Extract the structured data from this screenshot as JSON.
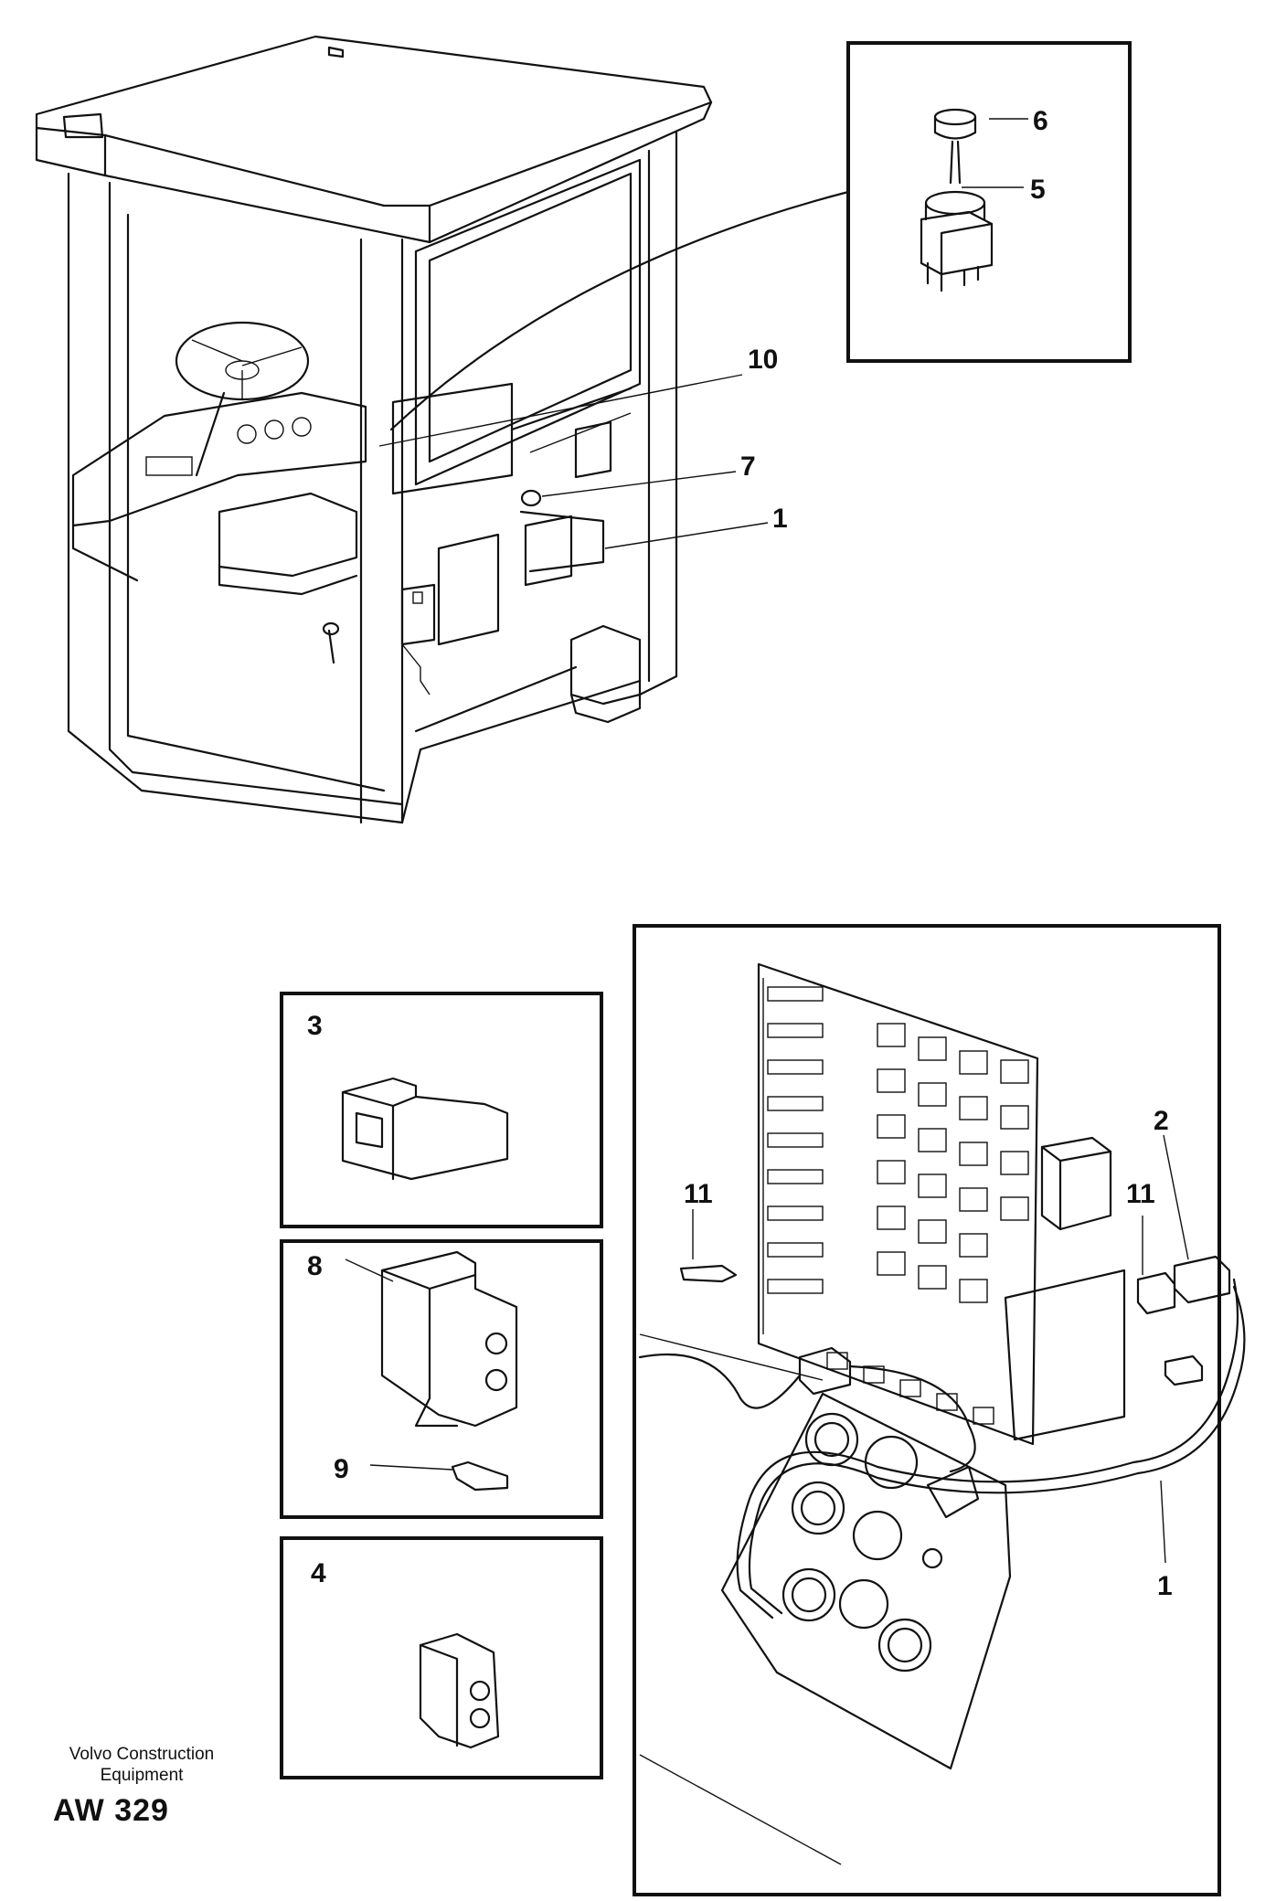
{
  "callouts": {
    "c6": "6",
    "c5": "5",
    "c10": "10",
    "c7": "7",
    "c1_top": "1",
    "c3": "3",
    "c8": "8",
    "c9": "9",
    "c4": "4",
    "c11_left": "11",
    "c11_right": "11",
    "c2": "2",
    "c1_bottom": "1"
  },
  "footer": {
    "brand_line1": "Volvo Construction",
    "brand_line2": "Equipment",
    "code": "AW 329"
  }
}
